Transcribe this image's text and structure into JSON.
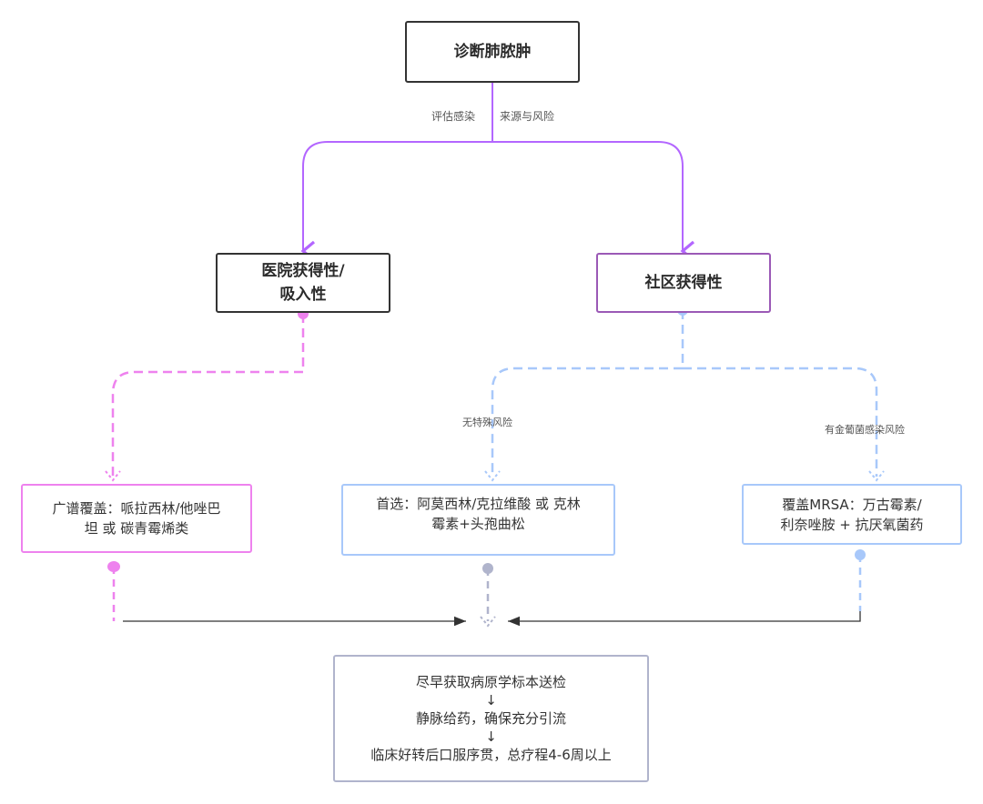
{
  "nodes": {
    "root": {
      "label": "诊断肺脓肿"
    },
    "hospital": {
      "label_lines": [
        "医院获得性/",
        "吸入性"
      ]
    },
    "community": {
      "label": "社区获得性"
    },
    "broad": {
      "label_lines": [
        "广谱覆盖：哌拉西林/他唑巴",
        "坦 或 碳青霉烯类"
      ]
    },
    "first_choice": {
      "label_lines": [
        "首选：阿莫西林/克拉维酸 或 克林",
        "霉素+头孢曲松"
      ]
    },
    "mrsa": {
      "label_lines": [
        "覆盖MRSA：万古霉素/",
        "利奈唑胺 + 抗厌氧菌药"
      ]
    },
    "treatment": {
      "label_lines": [
        "尽早获取病原学标本送检",
        "↓",
        "静脉给药，确保充分引流",
        "↓",
        "临床好转后口服序贯，总疗程4-6周以上"
      ]
    }
  },
  "edge_labels": {
    "root_to_branches": [
      "评估感染",
      "来源与风险"
    ],
    "no_special_risk": "无特殊风险",
    "staph_risk": "有金葡菌感染风险"
  },
  "colors": {
    "root_border": "#333333",
    "hospital_border": "#333333",
    "community_border": "#9b59b6",
    "purple_edge": "#b366ff",
    "pink": "#ee82ee",
    "light_blue": "#a8c8fa",
    "gray_blue": "#b0b4cc",
    "treatment_border": "#b0b4cc",
    "black_arrow": "#333333"
  }
}
